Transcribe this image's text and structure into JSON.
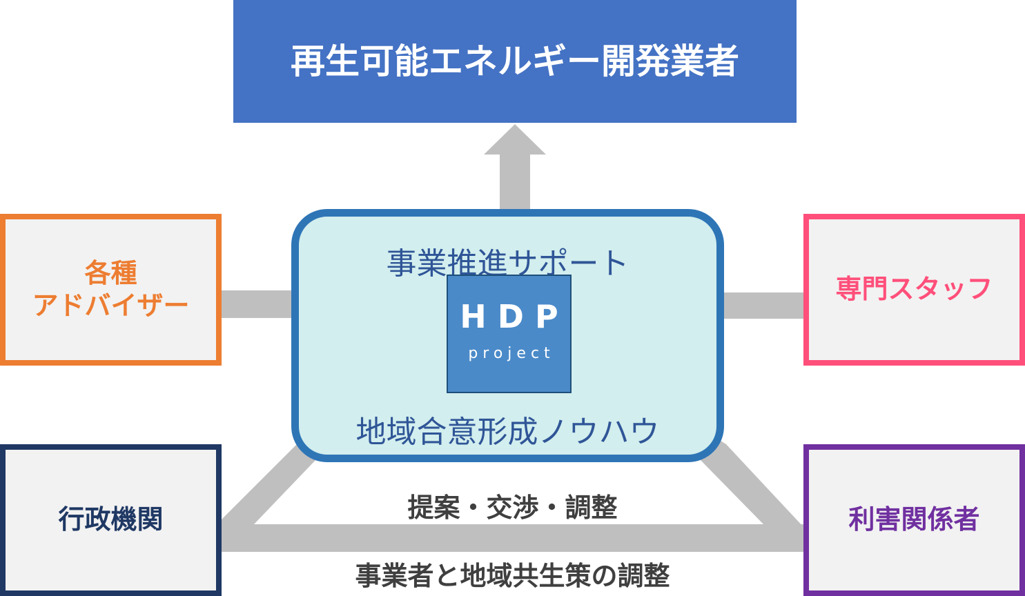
{
  "developer": "再生可能エネルギー開発業者",
  "center": {
    "support": "事業推進サポート",
    "knowhow": "地域合意形成ノウハウ",
    "logo_main": "HDP",
    "logo_sub": "project"
  },
  "advisor": {
    "line1": "各種",
    "line2": "アドバイザー"
  },
  "staff": "専門スタッフ",
  "gov": "行政機関",
  "stakeholders": "利害関係者",
  "caption_negotiation": "提案・交渉・調整",
  "caption_coexistence": "事業者と地域共生策の調整",
  "colors": {
    "developer": "#4472c4",
    "advisor": "#ed7d31",
    "staff": "#ff4f7a",
    "gov": "#1f3864",
    "stakeholders": "#7030a0",
    "center_border": "#2e75b6",
    "center_fill": "#d2eeee",
    "connector": "#bfbfbf"
  }
}
